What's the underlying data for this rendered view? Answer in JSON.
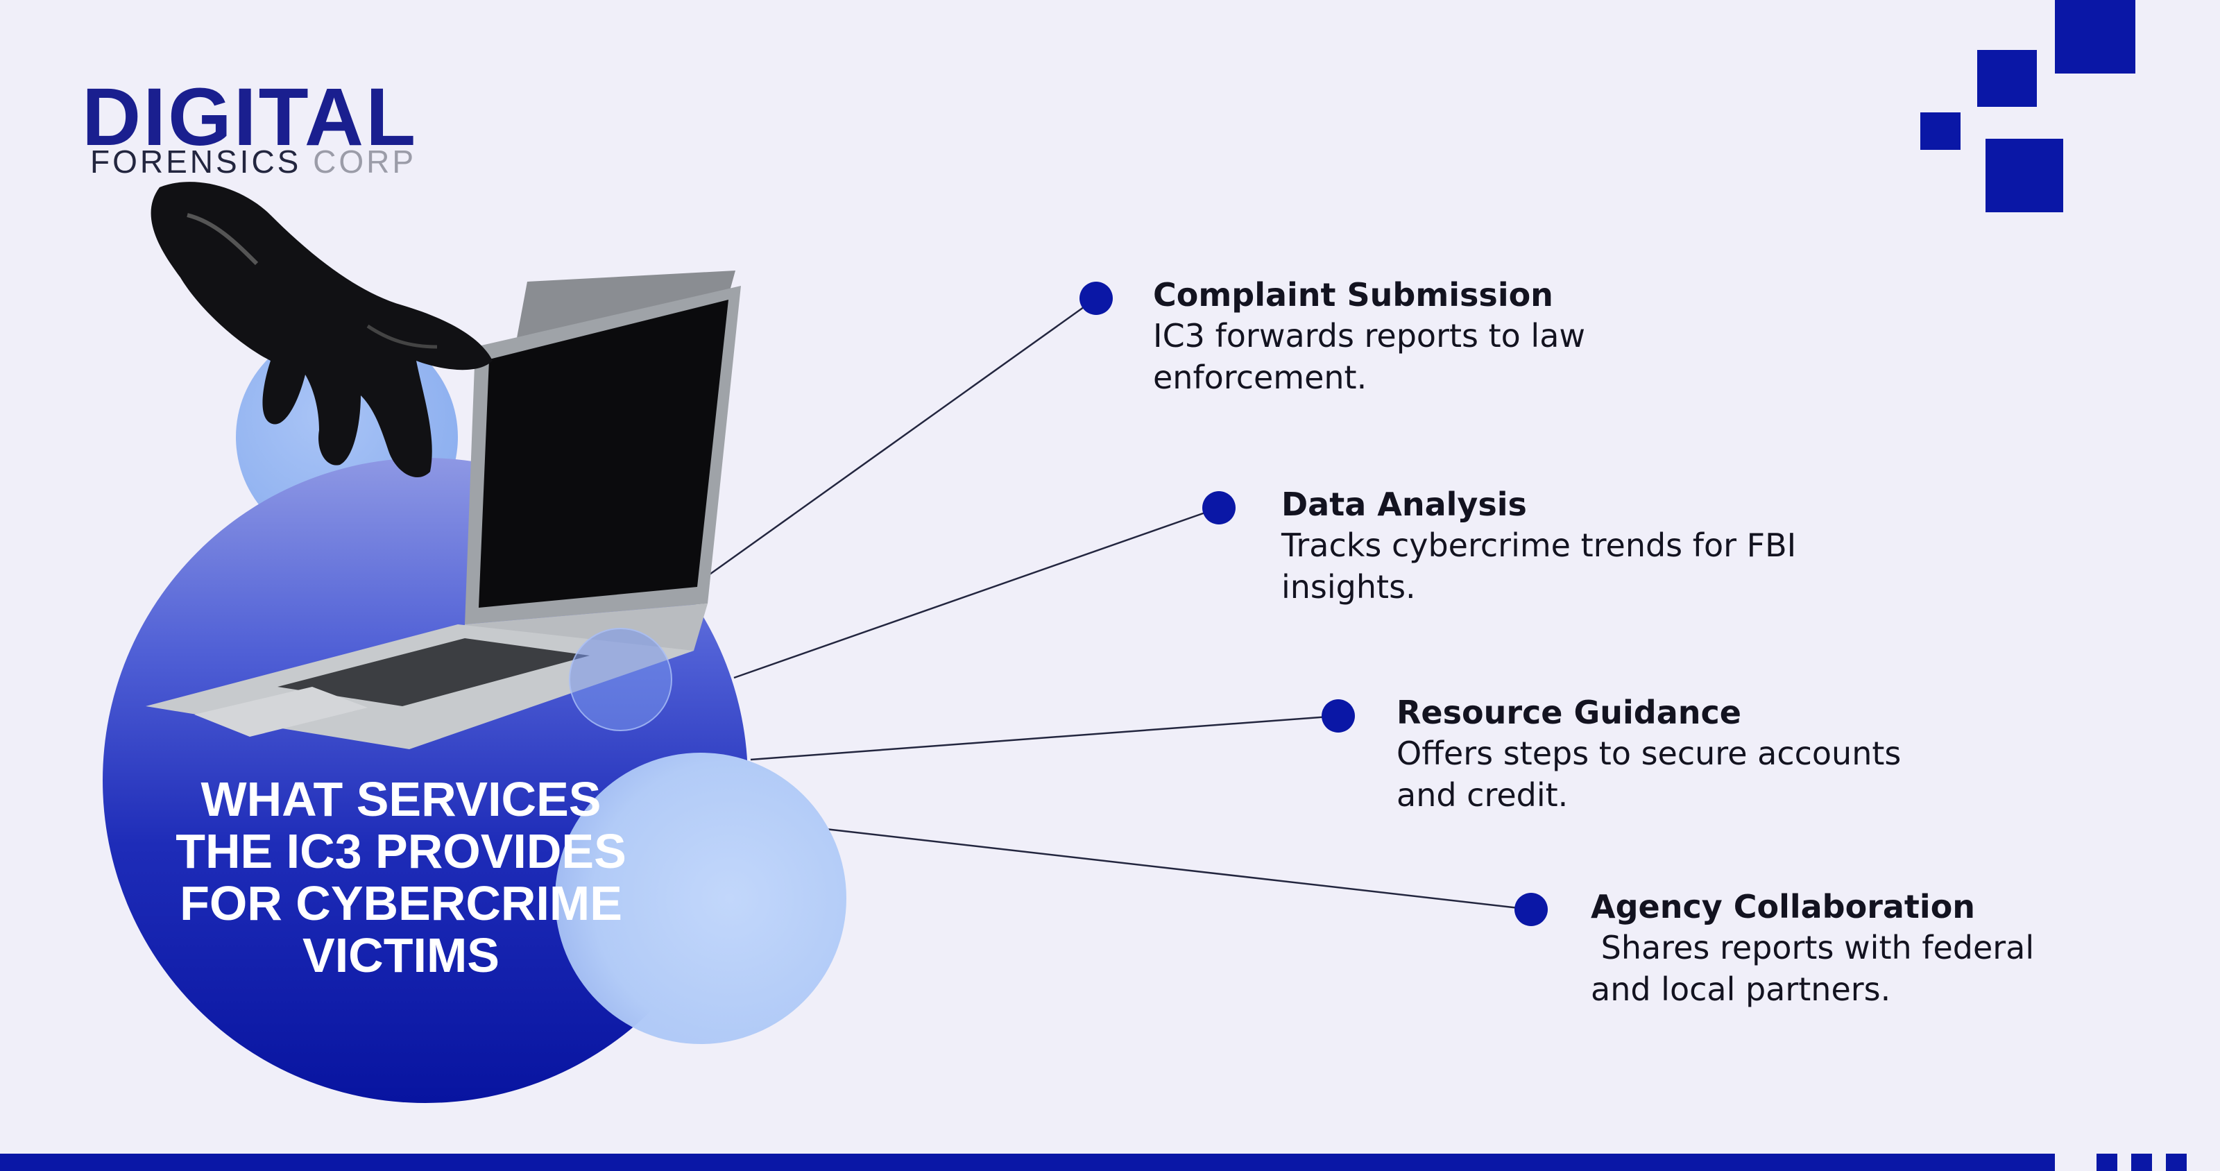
{
  "brand": {
    "main": "DIGITAL",
    "sub_1": "FORENSICS",
    "sub_2": "CORP"
  },
  "title": {
    "lines": [
      "WHAT SERVICES",
      "THE IC3 PROVIDES",
      "FOR CYBERCRIME",
      "VICTIMS"
    ]
  },
  "services": [
    {
      "title": "Complaint Submission",
      "lines": [
        "IC3 forwards reports to law",
        "enforcement."
      ]
    },
    {
      "title": "Data Analysis",
      "lines": [
        "Tracks cybercrime trends for FBI",
        "insights."
      ]
    },
    {
      "title": "Resource Guidance",
      "lines": [
        "Offers steps to secure accounts",
        "and credit."
      ]
    },
    {
      "title": "Agency Collaboration",
      "lines": [
        " Shares reports with federal",
        "and local partners."
      ]
    }
  ],
  "colors": {
    "accent": "#0a17a6",
    "background": "#f0eff9",
    "text": "#131320"
  },
  "icons": [
    "gloved-hand-image",
    "laptop-image"
  ]
}
